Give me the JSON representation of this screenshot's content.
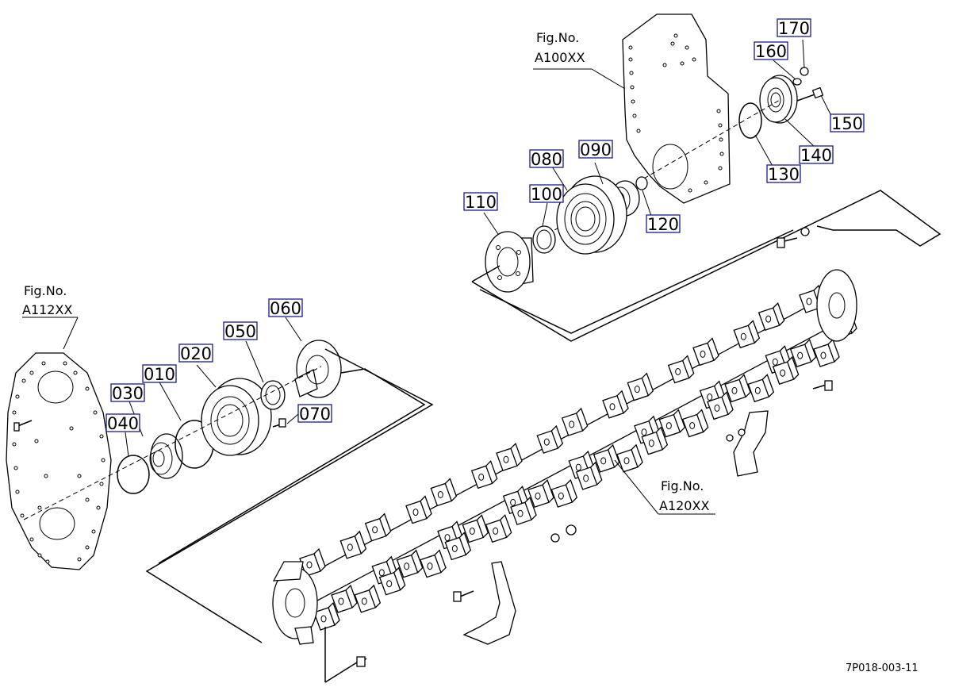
{
  "figure_refs": [
    {
      "id": "fig-a100",
      "line1": "Fig.No.",
      "line2": "A100XX"
    },
    {
      "id": "fig-a112",
      "line1": "Fig.No.",
      "line2": "A112XX"
    },
    {
      "id": "fig-a120",
      "line1": "Fig.No.",
      "line2": "A120XX"
    }
  ],
  "part_labels": [
    "170",
    "160",
    "150",
    "140",
    "130",
    "120",
    "110",
    "100",
    "090",
    "080",
    "060",
    "050",
    "070",
    "020",
    "010",
    "030",
    "040"
  ],
  "drawing_code": "7P018-003-11",
  "colors": {
    "label_box": "#1a1a8c",
    "line": "#000000"
  }
}
